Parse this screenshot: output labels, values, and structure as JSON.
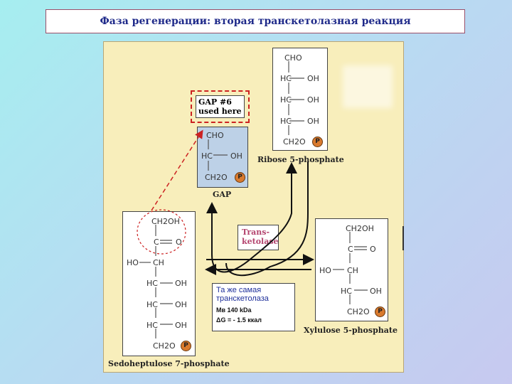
{
  "title": "Фаза регенерации: вторая транскетолазная реакция",
  "colors": {
    "panel_bg": "#f8eebb",
    "gap_bg": "#bdd1e7",
    "accent_red": "#cc2222",
    "enzyme_text": "#b4446e",
    "note_text": "#1e2f9a",
    "phosphate": "#d97a2e"
  },
  "gap6_label": {
    "line1": "GAP #6",
    "line2": "used here"
  },
  "ribose": {
    "name": "Ribose 5-phosphate",
    "rows": [
      {
        "left": "CHO"
      },
      {
        "left": "HC",
        "right": "OH"
      },
      {
        "left": "HC",
        "right": "OH"
      },
      {
        "left": "HC",
        "right": "OH"
      },
      {
        "left": "CH2O",
        "phos": "P"
      }
    ]
  },
  "gap": {
    "name": "GAP",
    "rows": [
      {
        "left": "CHO"
      },
      {
        "left": "HC",
        "right": "OH"
      },
      {
        "left": "CH2O",
        "phos": "P"
      }
    ]
  },
  "enzyme": {
    "line1": "Trans-",
    "line2": "ketolase"
  },
  "sedoheptulose": {
    "name": "Sedoheptulose 7-phosphate",
    "rows": [
      {
        "left": "CH2OH"
      },
      {
        "left": "C",
        "right": "O"
      },
      {
        "left": "CH",
        "leftgroup": "HO"
      },
      {
        "left": "HC",
        "right": "OH"
      },
      {
        "left": "HC",
        "right": "OH"
      },
      {
        "left": "HC",
        "right": "OH"
      },
      {
        "left": "CH2O",
        "phos": "P"
      }
    ]
  },
  "xylulose": {
    "name": "Xylulose 5-phosphate",
    "rows": [
      {
        "left": "CH2OH"
      },
      {
        "left": "C",
        "right": "O"
      },
      {
        "left": "CH",
        "leftgroup": "HO"
      },
      {
        "left": "HC",
        "right": "OH"
      },
      {
        "left": "CH2O",
        "phos": "P"
      }
    ]
  },
  "note": {
    "line1": "Та же самая",
    "line2": "транскетолаза",
    "mass": "Мв 140 kDa",
    "energy": "ΔG = - 1.5 ккал"
  }
}
